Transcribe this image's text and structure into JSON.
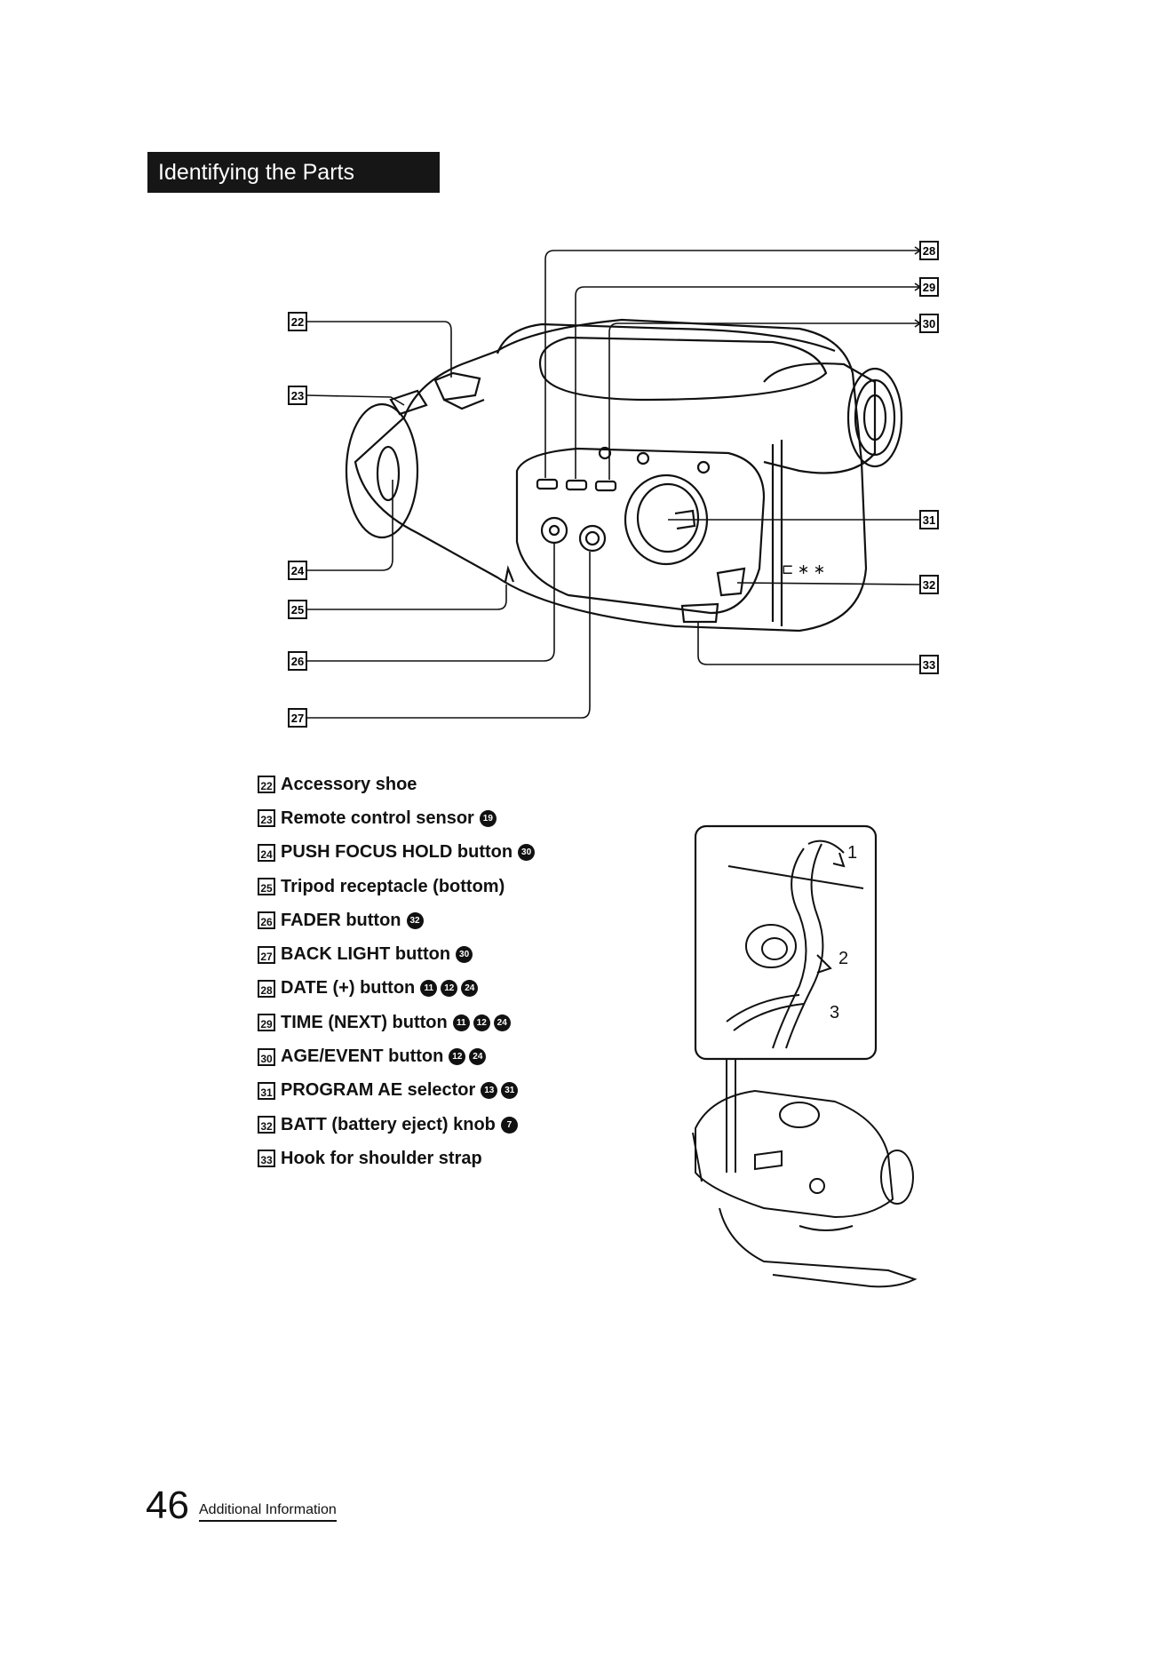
{
  "header": {
    "title": "Identifying the Parts"
  },
  "diagram_labels": [
    "22",
    "23",
    "24",
    "25",
    "26",
    "27",
    "28",
    "29",
    "30",
    "31",
    "32",
    "33"
  ],
  "strap_steps": [
    "1",
    "2",
    "3"
  ],
  "legend": [
    {
      "num": "22",
      "text": "Accessory shoe",
      "refs": []
    },
    {
      "num": "23",
      "text": "Remote control sensor",
      "refs": [
        "19"
      ]
    },
    {
      "num": "24",
      "text": "PUSH FOCUS HOLD button",
      "refs": [
        "30"
      ]
    },
    {
      "num": "25",
      "text": "Tripod receptacle (bottom)",
      "refs": []
    },
    {
      "num": "26",
      "text": "FADER button",
      "refs": [
        "32"
      ]
    },
    {
      "num": "27",
      "text": "BACK LIGHT button",
      "refs": [
        "30"
      ]
    },
    {
      "num": "28",
      "text": "DATE (+) button",
      "refs": [
        "11",
        "12",
        "24"
      ]
    },
    {
      "num": "29",
      "text": "TIME (NEXT) button",
      "refs": [
        "11",
        "12",
        "24"
      ]
    },
    {
      "num": "30",
      "text": "AGE/EVENT button",
      "refs": [
        "12",
        "24"
      ]
    },
    {
      "num": "31",
      "text": "PROGRAM AE selector",
      "refs": [
        "13",
        "31"
      ]
    },
    {
      "num": "32",
      "text": "BATT (battery eject) knob",
      "refs": [
        "7"
      ]
    },
    {
      "num": "33",
      "text": "Hook for shoulder strap",
      "refs": []
    }
  ],
  "footer": {
    "page_number": "46",
    "section": "Additional Information"
  }
}
